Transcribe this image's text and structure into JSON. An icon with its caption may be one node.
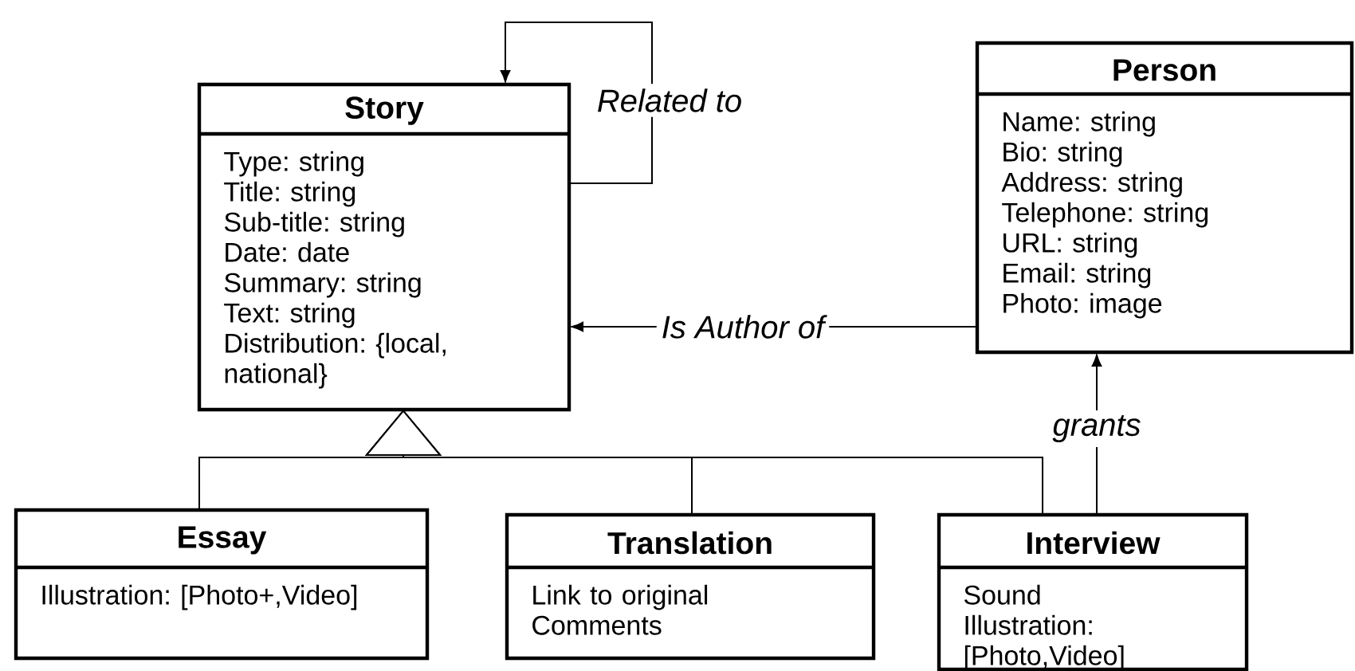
{
  "diagram": {
    "nodes": [
      {
        "text": [
          "Story",
          "Type: string",
          "Title: string",
          "Sub-title: string",
          "Date: date",
          "Summary: string",
          "Text: string",
          "Distribution: {local, national}"
        ]
      },
      {
        "text": [
          "Person",
          "Name: string",
          "Bio: string",
          "Address: string",
          "Telephone: string",
          "URL: string",
          "Email: string",
          "Photo: image"
        ]
      },
      {
        "text": [
          "Essay",
          "Illustration: [Photo+,Video]"
        ]
      },
      {
        "text": [
          "Translation",
          "Link to original",
          "Comments"
        ]
      },
      {
        "text": [
          "Interview",
          "Sound",
          "Illustration: [Photo,Video]"
        ]
      }
    ],
    "edges": [
      {
        "from": 0,
        "to": 0,
        "arrow": "to",
        "label": "Related to"
      },
      {
        "from": 1,
        "to": 0,
        "arrow": "to",
        "label": "Is Author of"
      },
      {
        "from": 4,
        "to": 1,
        "arrow": "to",
        "label": "grants"
      },
      {
        "from": 2,
        "to": 0,
        "arrow": "to"
      },
      {
        "from": 3,
        "to": 0,
        "arrow": "to"
      },
      {
        "from": 4,
        "to": 0,
        "arrow": "to"
      }
    ]
  }
}
